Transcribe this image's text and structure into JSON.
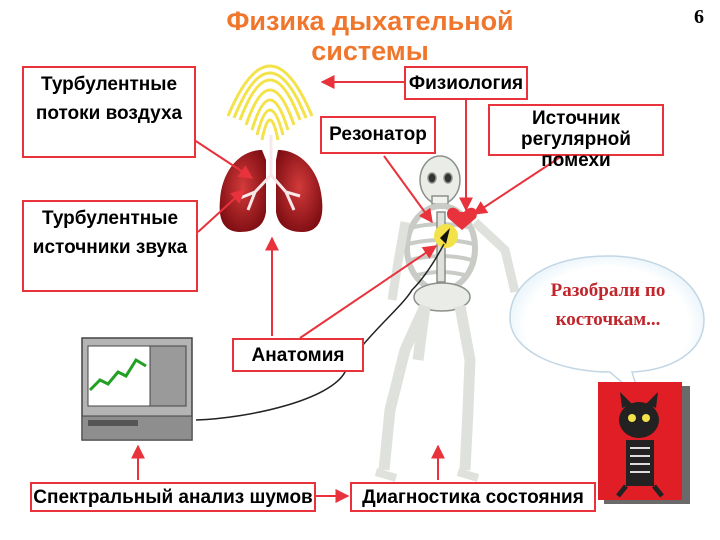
{
  "title": "Физика дыхательной системы",
  "page_number": "6",
  "labels": {
    "turbulent_flows": "Турбулентные потоки воздуха",
    "turbulent_sources": "Турбулентные источники звука",
    "physiology": "Физиология",
    "resonator": "Резонатор",
    "noise_source": "Источник регулярной помехи",
    "anatomy": "Анатомия",
    "spectral_analysis": "Спектральный анализ шумов",
    "diagnostics": "Диагностика состояния"
  },
  "speech_bubble": "Разобрали по косточкам...",
  "colors": {
    "title": "#f0762c",
    "box_border": "#e8323c",
    "arrow": "#e8323c",
    "bubble_text": "#c0262c",
    "lung": "#a3141c",
    "sound_waves": "#f4e24a"
  }
}
